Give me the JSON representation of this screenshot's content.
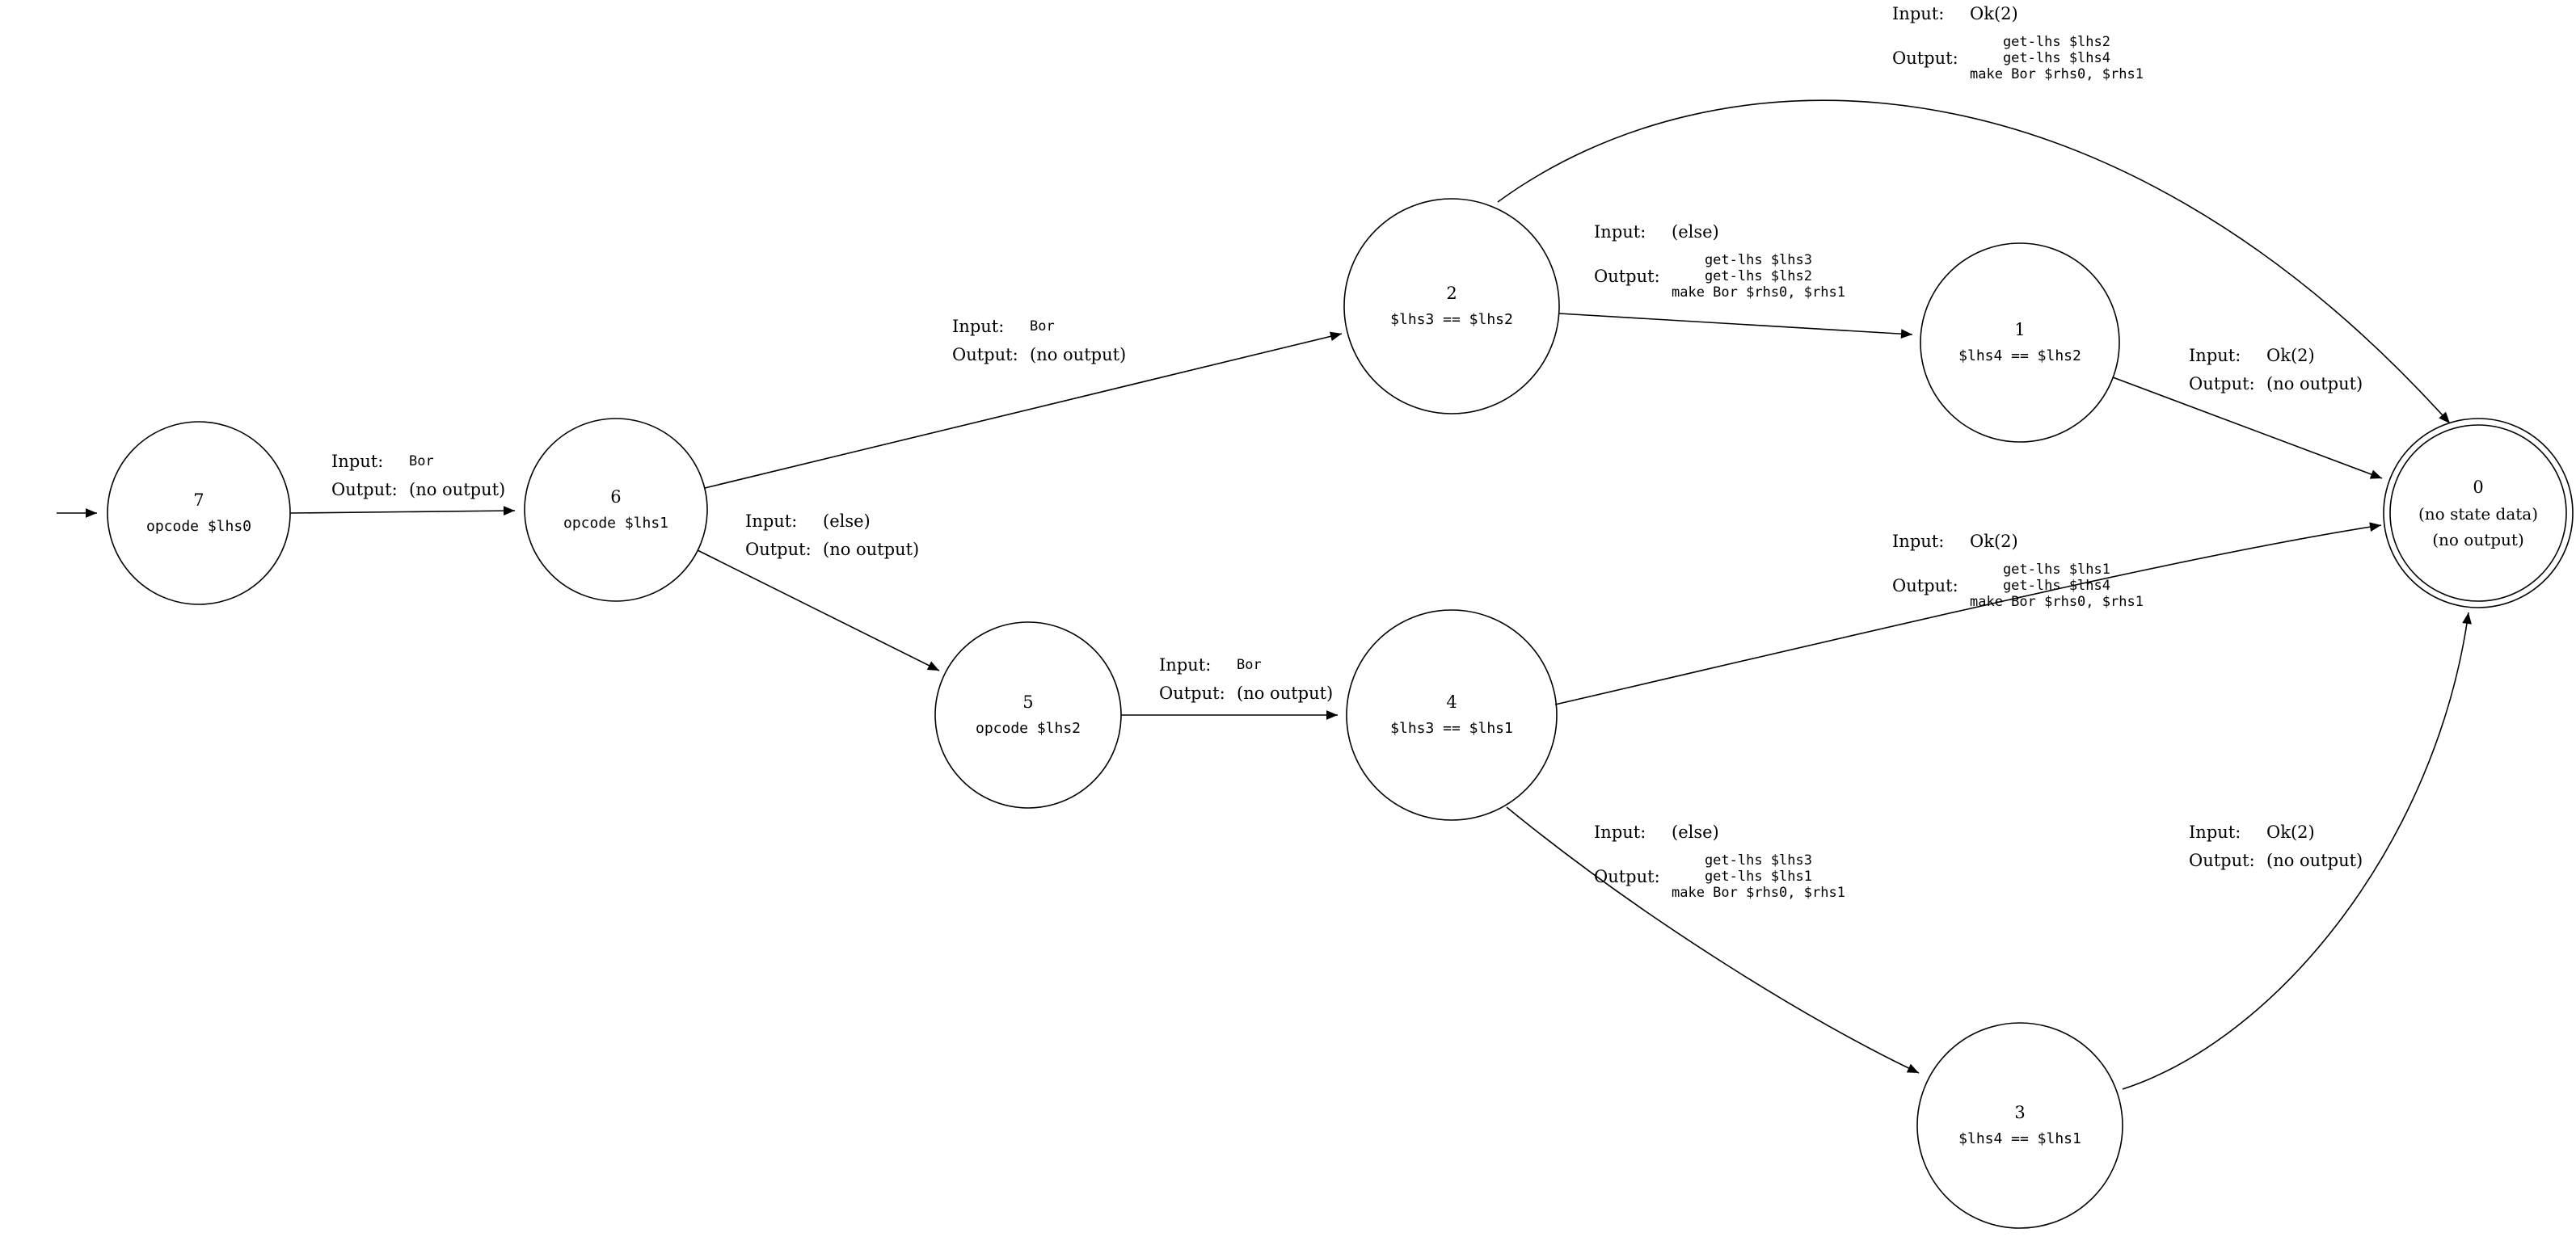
{
  "captions": {
    "input": "Input:",
    "output": "Output:"
  },
  "nodes": {
    "n7": {
      "id": "7",
      "data": "opcode $lhs0"
    },
    "n6": {
      "id": "6",
      "data": "opcode $lhs1"
    },
    "n5": {
      "id": "5",
      "data": "opcode $lhs2"
    },
    "n2": {
      "id": "2",
      "data": "$lhs3 == $lhs2"
    },
    "n1": {
      "id": "1",
      "data": "$lhs4 == $lhs2"
    },
    "n4": {
      "id": "4",
      "data": "$lhs3 == $lhs1"
    },
    "n3": {
      "id": "3",
      "data": "$lhs4 == $lhs1"
    },
    "n0": {
      "id": "0",
      "data": "(no state data)",
      "output": "(no output)"
    }
  },
  "edges": {
    "e7_6": {
      "input": "Bor",
      "output": [
        "(no output)"
      ]
    },
    "e6_2": {
      "input": "Bor",
      "output": [
        "(no output)"
      ]
    },
    "e6_5": {
      "input": "(else)",
      "output": [
        "(no output)"
      ]
    },
    "e5_4": {
      "input": "Bor",
      "output": [
        "(no output)"
      ]
    },
    "e2_0": {
      "input": "Ok(2)",
      "output": [
        "get-lhs $lhs2",
        "get-lhs $lhs4",
        "make Bor $rhs0, $rhs1"
      ]
    },
    "e2_1": {
      "input": "(else)",
      "output": [
        "get-lhs $lhs3",
        "get-lhs $lhs2",
        "make Bor $rhs0, $rhs1"
      ]
    },
    "e1_0": {
      "input": "Ok(2)",
      "output": [
        "(no output)"
      ]
    },
    "e4_0": {
      "input": "Ok(2)",
      "output": [
        "get-lhs $lhs1",
        "get-lhs $lhs4",
        "make Bor $rhs0, $rhs1"
      ]
    },
    "e4_3": {
      "input": "(else)",
      "output": [
        "get-lhs $lhs3",
        "get-lhs $lhs1",
        "make Bor $rhs0, $rhs1"
      ]
    },
    "e3_0": {
      "input": "Ok(2)",
      "output": [
        "(no output)"
      ]
    }
  },
  "colors": {
    "stroke": "#000000",
    "background": "#ffffff"
  }
}
